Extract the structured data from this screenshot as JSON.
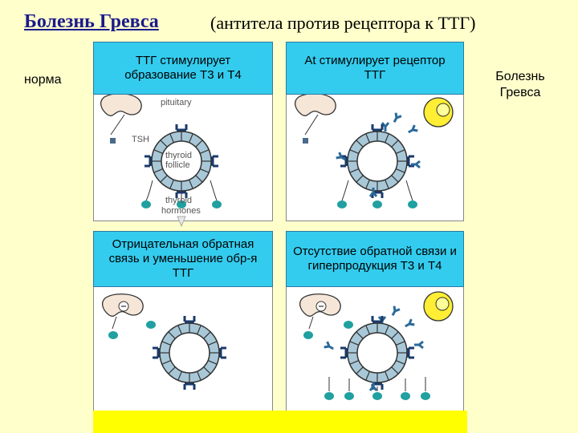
{
  "header": {
    "title": "Болезнь Гревса",
    "subtitle": "(антитела против рецептора к ТТГ)"
  },
  "side_labels": {
    "left": "норма",
    "right": "Болезнь Гревса"
  },
  "boxes": {
    "top_left": "ТТГ стимулирует образование Т3 и Т4",
    "top_right": "At стимулирует рецептор ТТГ",
    "bottom_left": "Отрицательная обратная связь и уменьшение обр-я ТТГ",
    "bottom_right": "Отсутствие обратной связи и гиперпродукция Т3 и Т4"
  },
  "diagram_labels": {
    "pituitary": "pituitary",
    "tsh": "TSH",
    "thyroid": "thyroid",
    "follicle": "follicle",
    "hormones_1": "thyroid",
    "hormones_2": "hormones"
  },
  "colors": {
    "background": "#ffffcc",
    "box": "#33ccee",
    "title": "#1a1a8c",
    "cell": "#a8c8d8",
    "hormone": "#20a0a0",
    "antibody": "#2a6a9a",
    "bcell": "#ffee33",
    "highlight_bar": "#ffff00"
  }
}
